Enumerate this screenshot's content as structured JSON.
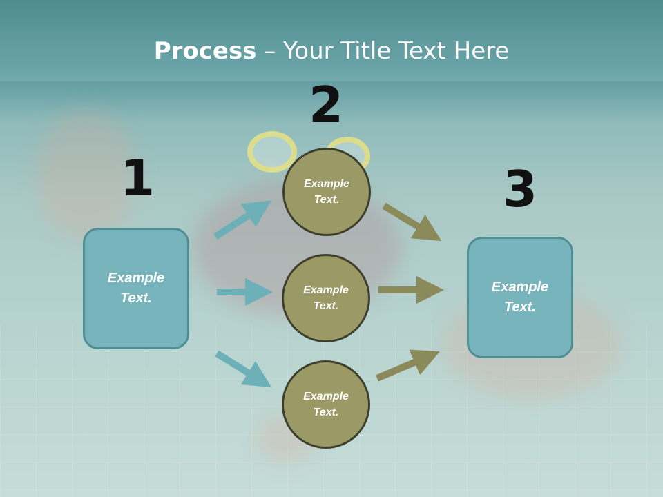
{
  "title": {
    "bold": "Process",
    "rest": " – Your Title Text Here"
  },
  "steps": {
    "one": "1",
    "two": "2",
    "three": "3"
  },
  "left_box": {
    "text": "Example\nText."
  },
  "right_box": {
    "text": "Example\nText."
  },
  "circles": [
    {
      "text": "Example\nText."
    },
    {
      "text": "Example\nText."
    },
    {
      "text": "Example\nText."
    }
  ],
  "colors": {
    "box_fill": "#78b4bc",
    "circle_fill": "#9b9a66",
    "left_arrow": "#6db0b8",
    "right_arrow": "#8a8a5a"
  }
}
